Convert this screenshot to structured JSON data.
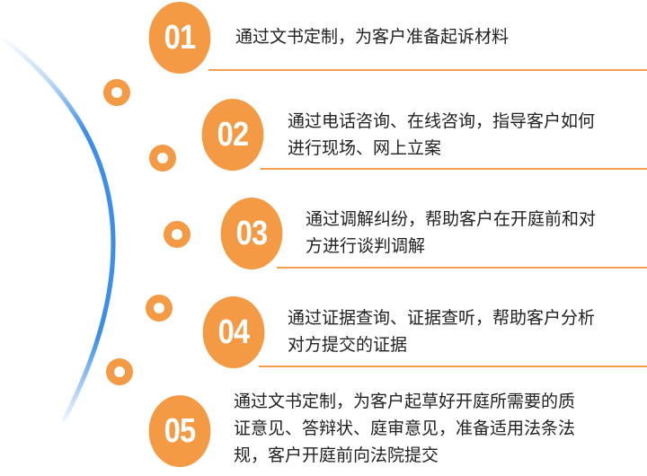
{
  "colors": {
    "accent_orange": "#f59a44",
    "arc_blue": "#3b8eea",
    "rule_orange": "#f5a04f"
  },
  "steps": [
    {
      "number": "01",
      "lines": [
        "通过文书定制，为客户准备起诉材料"
      ]
    },
    {
      "number": "02",
      "lines": [
        "通过电话咨询、在线咨询，指导客户如何",
        "进行现场、网上立案"
      ]
    },
    {
      "number": "03",
      "lines": [
        "通过调解纠纷，帮助客户在开庭前和对",
        "方进行谈判调解"
      ]
    },
    {
      "number": "04",
      "lines": [
        "通过证据查询、证据查听，帮助客户分析",
        "对方提交的证据"
      ]
    },
    {
      "number": "05",
      "lines": [
        "通过文书定制，为客户起草好开庭所需要的质",
        "证意见、答辩状、庭审意见，准备适用法条法",
        "规，客户开庭前向法院提交"
      ]
    }
  ]
}
